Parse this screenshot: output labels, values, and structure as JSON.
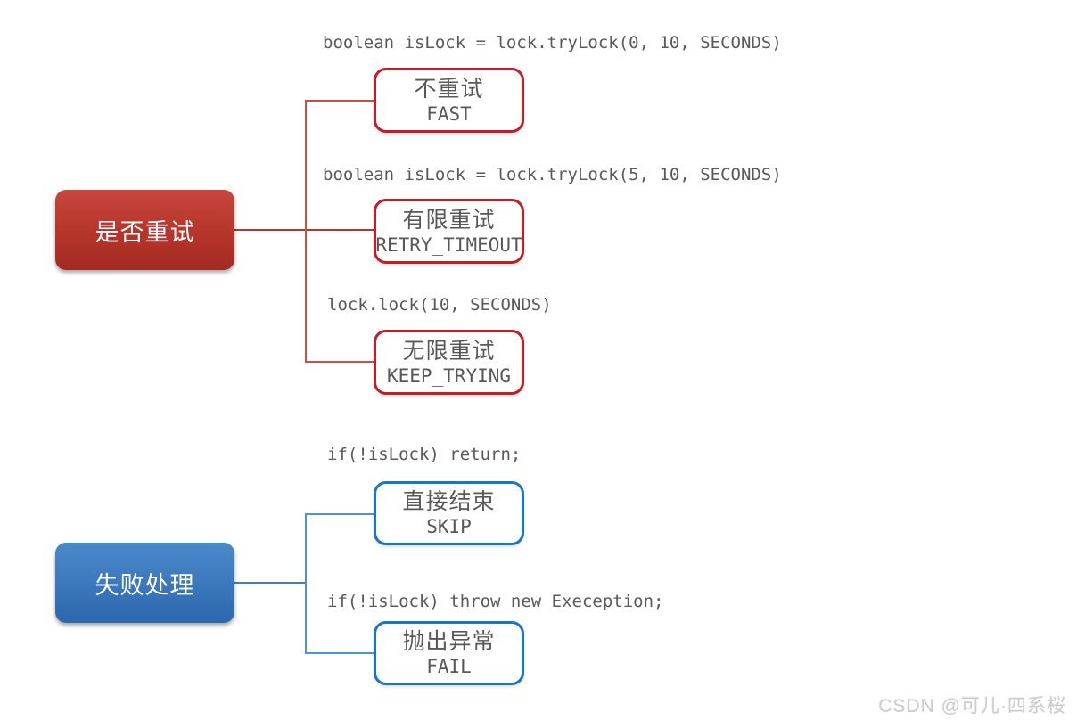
{
  "colors": {
    "retry_border": "#bf1f26",
    "retry_parent_gradient_top": "#c7473c",
    "retry_parent_gradient_bottom": "#a42a21",
    "retry_line": "#c4524b",
    "fail_border": "#1b74c4",
    "fail_parent_gradient_top": "#4b89ca",
    "fail_parent_gradient_bottom": "#2d67ac",
    "fail_line": "#4d94cf",
    "code_text": "#59595b",
    "child_text": "#58585a",
    "parent_text": "#ffffff",
    "watermark_text": "#cccccc"
  },
  "groups": [
    {
      "parent": {
        "label": "是否重试"
      },
      "children": [
        {
          "code": "boolean isLock = lock.tryLock(0, 10, SECONDS)",
          "label_cn": "不重试",
          "label_en": "FAST"
        },
        {
          "code": "boolean isLock = lock.tryLock(5, 10, SECONDS)",
          "label_cn": "有限重试",
          "label_en": "RETRY_TIMEOUT"
        },
        {
          "code": "lock.lock(10, SECONDS)",
          "label_cn": "无限重试",
          "label_en": "KEEP_TRYING"
        }
      ]
    },
    {
      "parent": {
        "label": "失败处理"
      },
      "children": [
        {
          "code": "if(!isLock) return;",
          "label_cn": "直接结束",
          "label_en": "SKIP"
        },
        {
          "code": "if(!isLock) throw new Exeception;",
          "label_cn": "抛出异常",
          "label_en": "FAIL"
        }
      ]
    }
  ],
  "watermark": {
    "text": "CSDN @可儿·四系桜"
  }
}
